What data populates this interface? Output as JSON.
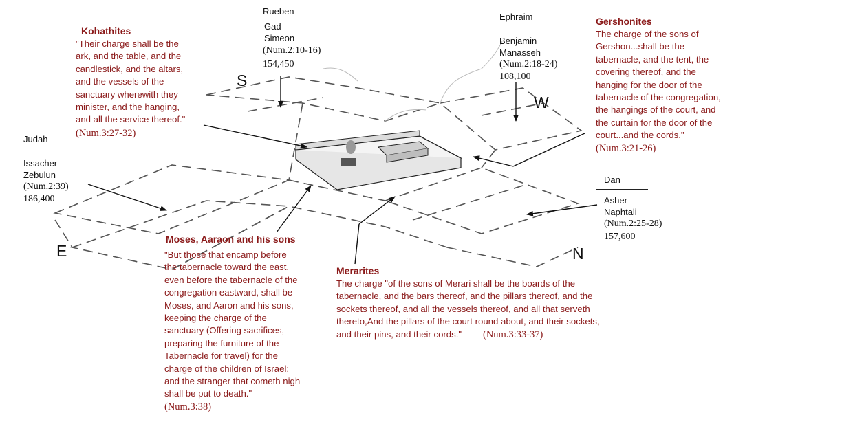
{
  "directions": {
    "south": "S",
    "west": "W",
    "east": "E",
    "north": "N"
  },
  "tribes": {
    "north_side_top": {
      "leader": "Rueben",
      "others": [
        "Gad",
        "Simeon"
      ],
      "ref": "(Num.2:10-16)",
      "count": "154,450"
    },
    "west_side": {
      "leader": "Ephraim",
      "others": [
        "Benjamin",
        "Manasseh"
      ],
      "ref": "(Num.2:18-24)",
      "count": "108,100"
    },
    "east_side": {
      "leader": "Judah",
      "others": [
        "Issacher",
        "Zebulun"
      ],
      "ref": "(Num.2:39)",
      "count": "186,400"
    },
    "north_side": {
      "leader": "Dan",
      "others": [
        "Asher",
        "Naphtali"
      ],
      "ref": "(Num.2:25-28)",
      "count": "157,600"
    }
  },
  "clans": {
    "kohathites": {
      "title": "Kohathites",
      "text": "\"Their charge shall be the\nark, and the table, and the\ncandlestick, and the altars,\nand the vessels of the\nsanctuary wherewith they\nminister, and the hanging,\nand all the service thereof.\"",
      "ref": "(Num.3:27-32)"
    },
    "gershonites": {
      "title": "Gershonites",
      "text": "The charge of the sons of\nGershon...shall be the\ntabernacle, and the tent, the\ncovering thereof, and the\nhanging for the door of the\ntabernacle of the congregation,\nthe hangings of the court, and\nthe curtain for the door of the\ncourt...and the cords.\"",
      "ref": "(Num.3:21-26)"
    },
    "moses": {
      "title": "Moses, Aaraon and his sons",
      "text": "\"But those that encamp before\nthe tabernacle toward the east,\neven before the tabernacle of the\ncongregation eastward, shall be\nMoses, and Aaron and his sons,\nkeeping the charge of the\nsanctuary (Offering sacrifices,\npreparing the furniture of the\nTabernacle for travel) for the\ncharge of the children of Israel;\nand the stranger that cometh nigh\nshall be put to death.\"",
      "ref": "(Num.3:38)"
    },
    "merarites": {
      "title": "Merarites",
      "text": "The charge \"of the sons of Merari shall be the boards of the\ntabernacle, and the bars thereof, and the pillars thereof, and the\nsockets thereof, and all the vessels thereof, and all that serveth\nthereto,And the pillars of the court round about, and their sockets,\nand their pins, and their cords.\"",
      "ref": "(Num.3:33-37)"
    }
  },
  "colors": {
    "clan_text": "#8b1a1a",
    "line": "#222222"
  }
}
